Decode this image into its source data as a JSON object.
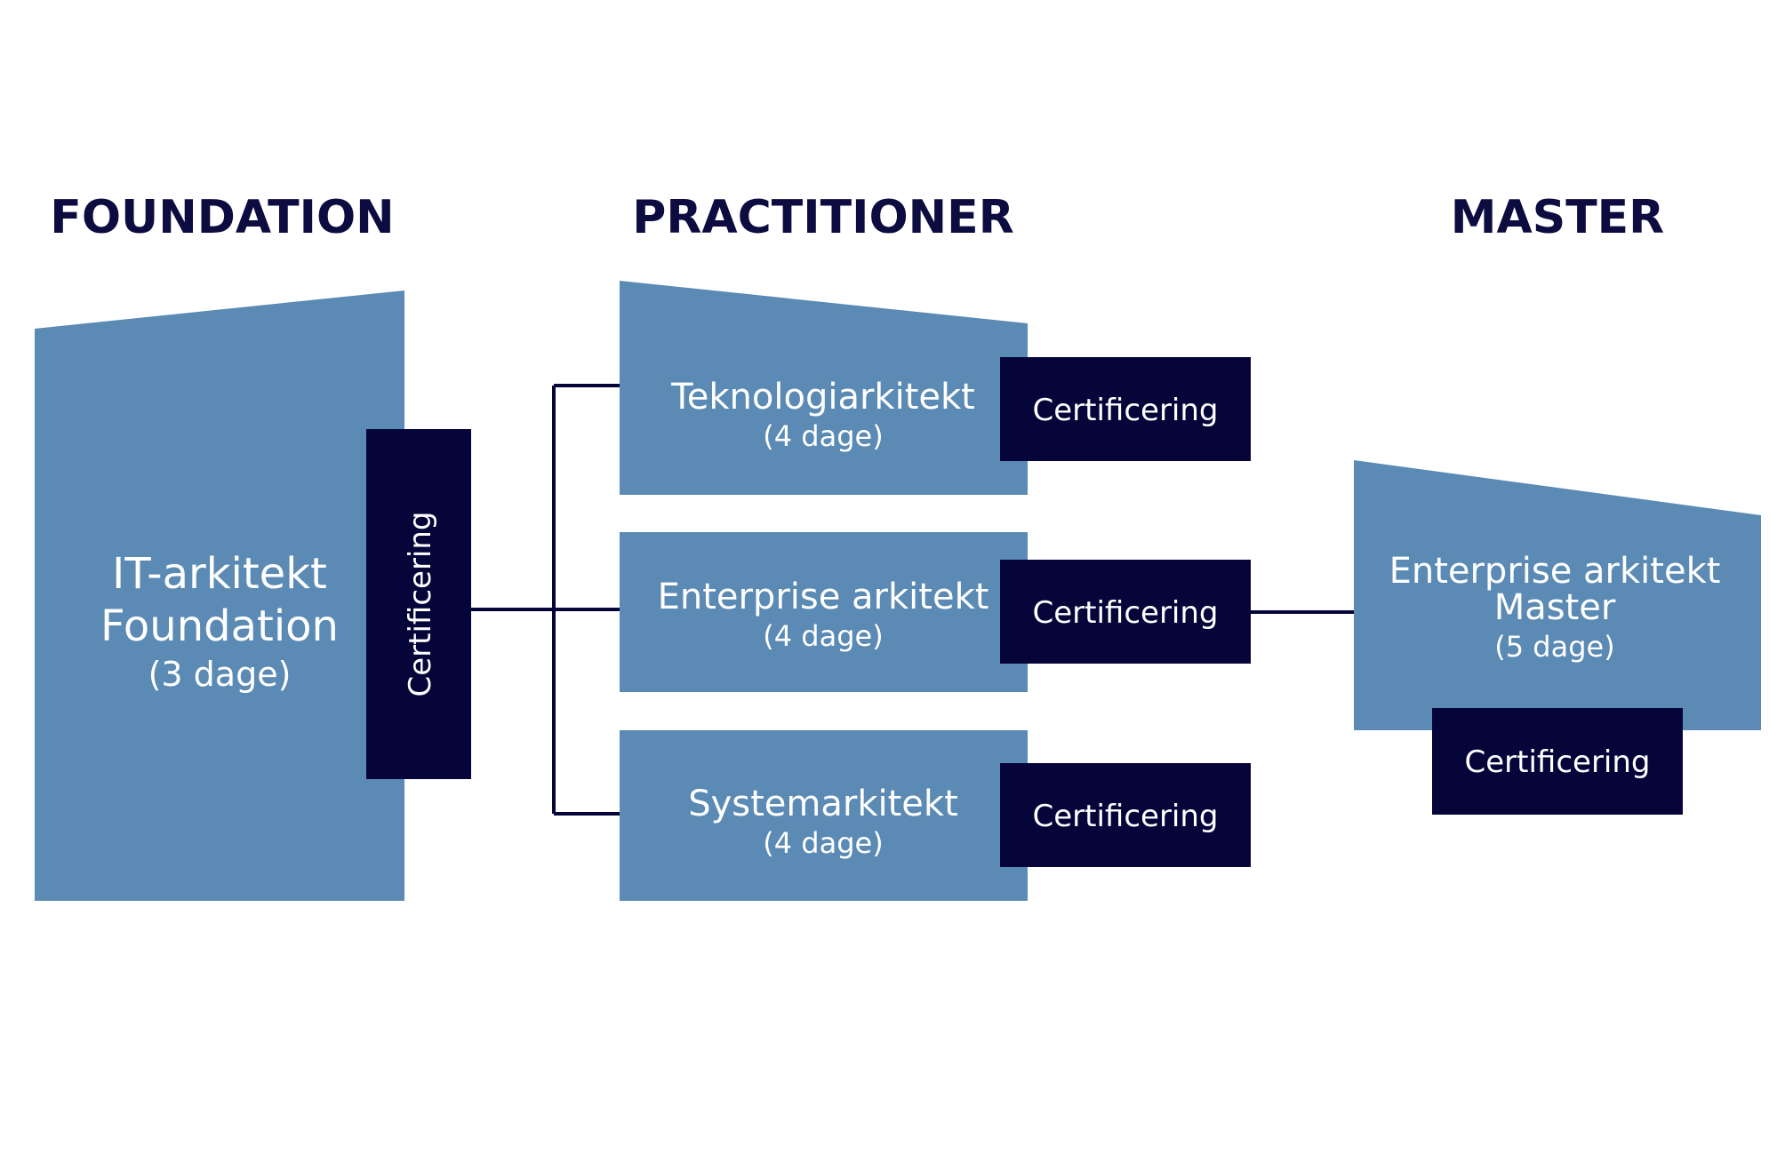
{
  "colors": {
    "heading": "#0c0c40",
    "box": "#5b8ab4",
    "cert_box": "#05053a",
    "connector": "#05053a",
    "text_light": "#ffffff"
  },
  "headings": {
    "foundation": "FOUNDATION",
    "practitioner": "PRACTITIONER",
    "master": "MASTER"
  },
  "foundation": {
    "title_line1": "IT-arkitekt",
    "title_line2": "Foundation",
    "duration": "(3 dage)",
    "certification": "Certificering"
  },
  "practitioner": {
    "courses": [
      {
        "title": "Teknologiarkitekt",
        "duration": "(4 dage)",
        "certification": "Certificering"
      },
      {
        "title": "Enterprise arkitekt",
        "duration": "(4 dage)",
        "certification": "Certificering"
      },
      {
        "title": "Systemarkitekt",
        "duration": "(4 dage)",
        "certification": "Certificering"
      }
    ]
  },
  "master": {
    "title_line1": "Enterprise arkitekt",
    "title_line2": "Master",
    "duration": "(5 dage)",
    "certification": "Certificering"
  }
}
